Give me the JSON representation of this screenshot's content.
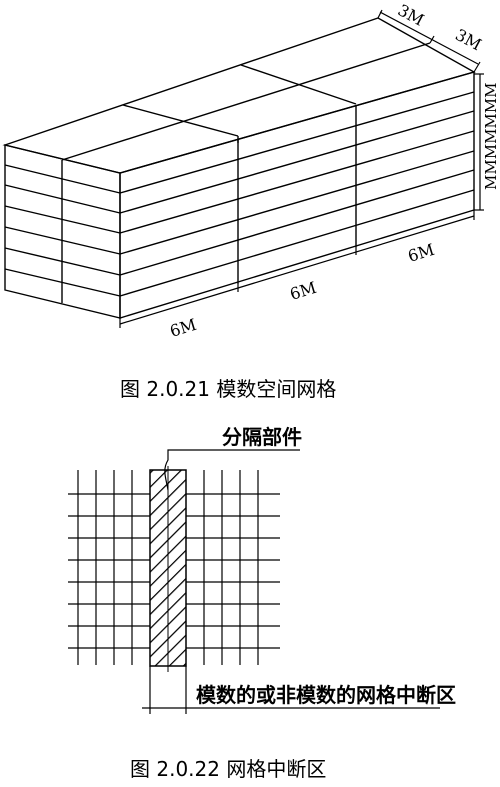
{
  "figure1": {
    "dim_top_1": "3M",
    "dim_top_2": "3M",
    "dim_side": "MMMMMMM",
    "dim_bottom_1": "6M",
    "dim_bottom_2": "6M",
    "dim_bottom_3": "6M",
    "caption": "图 2.0.21   模数空间网格"
  },
  "figure2": {
    "label_top": "分隔部件",
    "label_bottom": "模数的或非模数的网格中断区",
    "caption": "图 2.0.22   网格中断区"
  }
}
